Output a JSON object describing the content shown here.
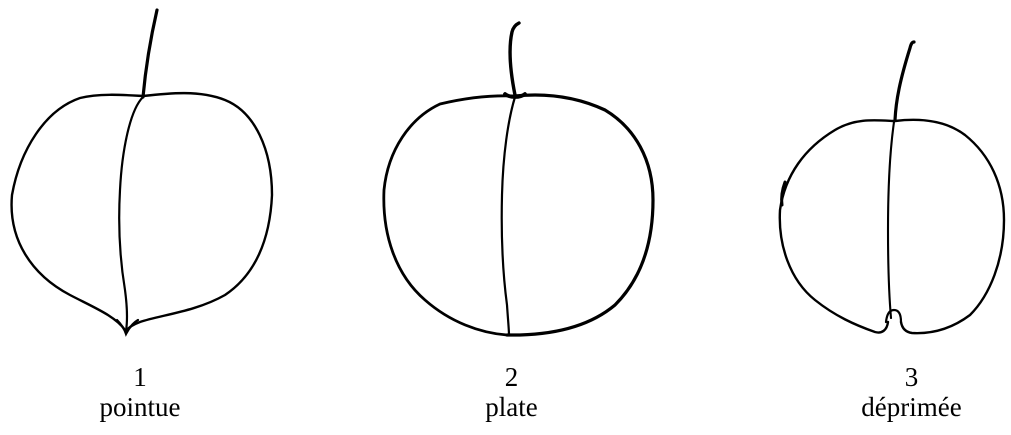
{
  "figures": [
    {
      "number": "1",
      "label": "pointue"
    },
    {
      "number": "2",
      "label": "plate"
    },
    {
      "number": "3",
      "label": "déprimée"
    }
  ],
  "colors": {
    "stroke": "#000000",
    "background": "#ffffff"
  }
}
